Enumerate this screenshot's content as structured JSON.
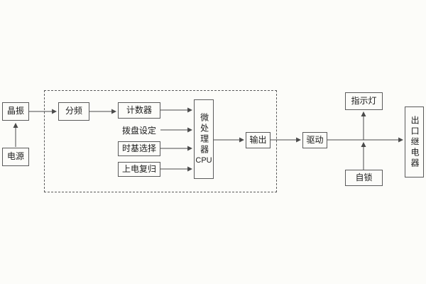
{
  "diagram": {
    "title": "timer-relay-block-diagram",
    "blocks": {
      "crystal": "晶振",
      "power": "电源",
      "divider": "分频",
      "counter": "计数器",
      "dial": "拨盘设定",
      "timebase": "时基选择",
      "reset": "上电复归",
      "cpu": "微处理器",
      "cpu_sub": "CPU",
      "output": "输出",
      "drive": "驱动",
      "indicator": "指示灯",
      "selflock": "自锁",
      "relay": "出口继电器"
    },
    "colors": {
      "line": "#4a4a4a",
      "border": "#5a5a5a",
      "background": "#fcfcf9"
    }
  }
}
